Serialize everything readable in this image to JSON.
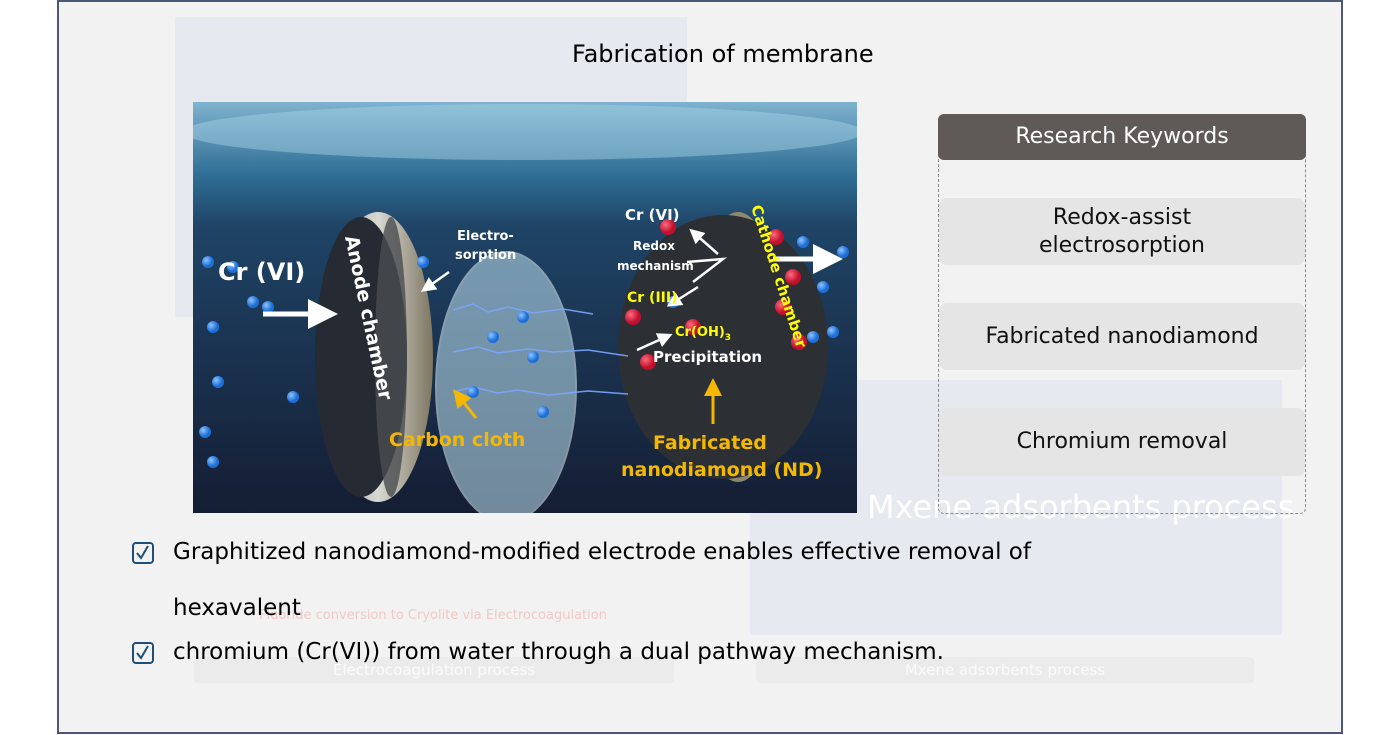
{
  "slide": {
    "title": "Fabrication of membrane",
    "background_ghost": {
      "mxene_large": "Mxene adsorbents process",
      "electrocoagulation_caption": "Electrocoagulation process",
      "mxene_caption": "Mxene adsorbents process",
      "fluoride_caption": "Fluoride conversion to Cryolite via Electrocoagulation"
    },
    "figure": {
      "labels": {
        "cr_vi_in": "Cr (VI)",
        "anode": "Anode chamber",
        "electrosorption_1": "Electro-",
        "electrosorption_2": "sorption",
        "cr_vi": "Cr (VI)",
        "redox_1": "Redox",
        "redox_2": "mechanism",
        "cr_iii": "Cr (III)",
        "cr_oh3": "Cr(OH)",
        "cr_oh3_sub": "3",
        "precipitation": "Precipitation",
        "cathode": "Cathode chamber",
        "carbon_cloth": "Carbon cloth",
        "nd_1": "Fabricated",
        "nd_2": "nanodiamond (ND)"
      },
      "colors": {
        "white_label": "#ffffff",
        "yellow_label": "#f5b800",
        "cathode_label": "#ffff00"
      }
    },
    "keywords": {
      "header": "Research Keywords",
      "items": [
        {
          "line1": "Redox-assist",
          "line2": "electrosorption"
        },
        {
          "line1": "Fabricated nanodiamond"
        },
        {
          "line1": "Chromium removal"
        }
      ]
    },
    "bullets": [
      {
        "text": "Graphitized nanodiamond-modified electrode enables effective removal of",
        "cont": "hexavalent"
      },
      {
        "text": "chromium (Cr(VI)) from water through a dual pathway mechanism."
      }
    ]
  }
}
